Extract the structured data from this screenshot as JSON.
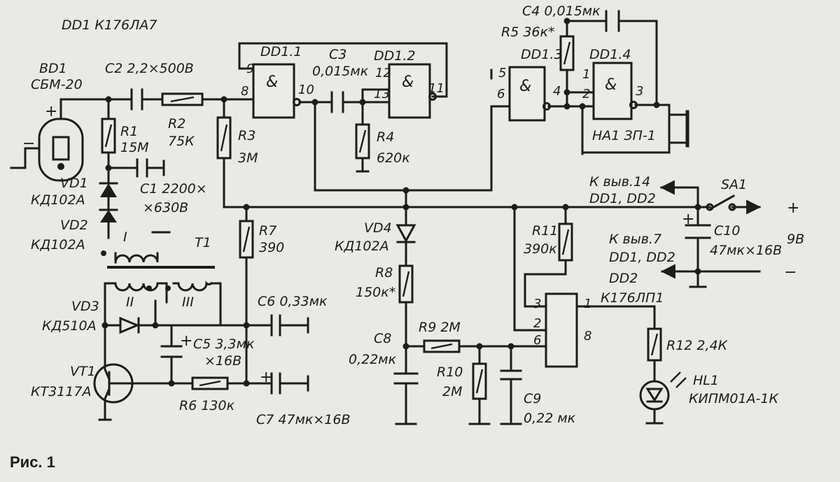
{
  "figure_caption": "Рис. 1",
  "chip_dd1": "DD1  К176ЛА7",
  "components": {
    "bd1": {
      "ref": "BD1",
      "type": "СБМ-20"
    },
    "c2": "C2  2,2×500В",
    "r1": {
      "ref": "R1",
      "value": "15M"
    },
    "r2": {
      "ref": "R2",
      "value": "75К"
    },
    "r3": {
      "ref": "R3",
      "value": "3M"
    },
    "c1": {
      "line1": "C1  2200×",
      "line2": "×630В"
    },
    "vd1": {
      "ref": "VD1",
      "type": "КД102А"
    },
    "vd2": {
      "ref": "VD2",
      "type": "КД102А"
    },
    "t1": {
      "ref": "T1",
      "w1": "I",
      "w2": "II",
      "w3": "III"
    },
    "r7": {
      "ref": "R7",
      "value": "390"
    },
    "vd3": {
      "ref": "VD3",
      "type": "КД510А"
    },
    "c5": {
      "line1": "C5 3,3мк",
      "line2": "×16В"
    },
    "c6": "C6  0,33мк",
    "vt1": {
      "ref": "VT1",
      "type": "КТ3117А"
    },
    "r6": "R6  130к",
    "c7": "C7  47мк×16В",
    "dd1_1": "DD1.1",
    "dd1_2": "DD1.2",
    "dd1_3": "DD1.3",
    "dd1_4": "DD1.4",
    "c3": {
      "ref": "C3",
      "value": "0,015мк"
    },
    "r4": {
      "ref": "R4",
      "value": "620к"
    },
    "c4": "C4  0,015мк",
    "r5": "R5  36к*",
    "ha1": "НА1  ЗП-1",
    "vd4": {
      "ref": "VD4",
      "type": "КД102А"
    },
    "r8": {
      "ref": "R8",
      "value": "150к*"
    },
    "c8": {
      "ref": "C8",
      "value": "0,22мк"
    },
    "r9": "R9  2М",
    "r10": {
      "ref": "R10",
      "value": "2М"
    },
    "c9": {
      "ref": "C9",
      "value": "0,22 мк"
    },
    "r11": {
      "ref": "R11",
      "value": "390к"
    },
    "dd2": {
      "ref": "DD2",
      "type": "К176ЛП1"
    },
    "r12": "R12  2,4К",
    "hl1": {
      "ref": "HL1",
      "type": "КИПМ01А-1К"
    },
    "sa1": "SA1",
    "c10": {
      "ref": "C10",
      "value": "47мк×16В"
    }
  },
  "pins": {
    "dd1_1": [
      "9",
      "8",
      "10"
    ],
    "dd1_2": [
      "12",
      "13",
      "11"
    ],
    "dd1_3": [
      "5",
      "6",
      "4"
    ],
    "dd1_4": [
      "1",
      "2",
      "3"
    ],
    "dd2": [
      "3",
      "2",
      "6",
      "1",
      "8"
    ]
  },
  "gate_symbol": "&",
  "notes": {
    "pin14_line1": "К выв.14",
    "pin14_line2": "DD1, DD2",
    "pin7_line1": "К выв.7",
    "pin7_line2": "DD1, DD2",
    "supply": "9В",
    "plus": "+",
    "minus": "−"
  },
  "polarity": {
    "plus": "+",
    "minus": "−"
  }
}
